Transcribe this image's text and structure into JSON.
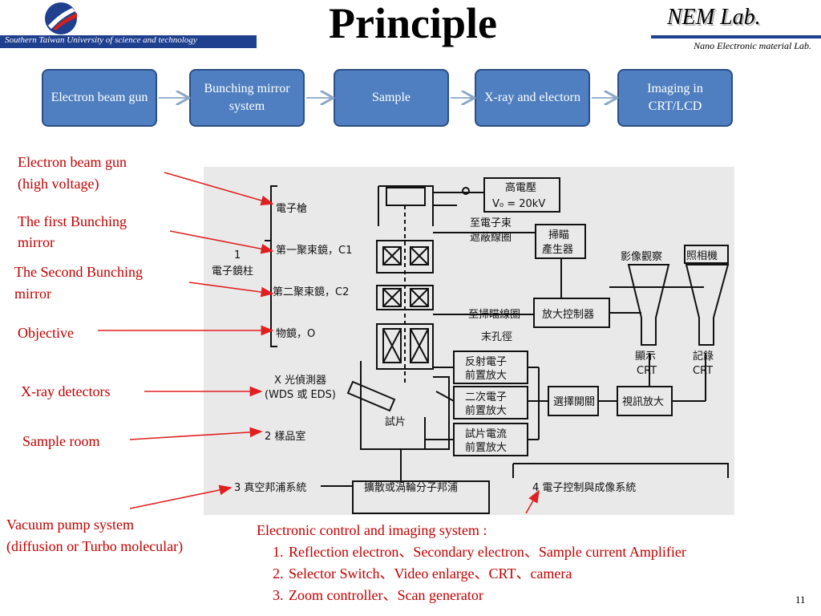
{
  "header": {
    "title": "Principle",
    "university": "Southern Taiwan University  of   science   and   technology",
    "lab_name": "NEM Lab.",
    "lab_full": "Nano Electronic  material  Lab."
  },
  "flow": [
    "Electron beam gun",
    "Bunching mirror system",
    "Sample",
    "X-ray and electorn",
    "Imaging in CRT/LCD"
  ],
  "labels": {
    "gun_1": "Electron beam gun",
    "gun_2": "(high voltage)",
    "first_1": "The first Bunching",
    "first_2": "mirror",
    "second_1": "The Second Bunching",
    "second_2": "mirror",
    "objective": "Objective",
    "xray": "X-ray detectors",
    "sample_room": "Sample room",
    "vacuum_1": "Vacuum pump system",
    "vacuum_2": "(diffusion or Turbo molecular)"
  },
  "bottom_note": {
    "heading": "Electronic control and imaging system :",
    "items": [
      "Reflection electron、Secondary electron、Sample current Amplifier",
      "Selector Switch、Video enlarge、CRT、camera",
      "Zoom controller、Scan generator"
    ]
  },
  "diagram_text": {
    "hv_1": "高電壓",
    "hv_2": "V₀ = 20kV",
    "to_beam_1": "至電子束",
    "to_beam_2": "遮蔽線圈",
    "scan_gen_1": "掃瞄",
    "scan_gen_2": "產生器",
    "image_view": "影像觀察",
    "camera": "照相機",
    "gun": "電子槍",
    "c1": "第一聚束鏡，C1",
    "column_num": "1",
    "column": "電子鏡柱",
    "c2": "第二聚束鏡，C2",
    "to_scan_coil": "至掃瞄線圈",
    "amp_ctrl": "放大控制器",
    "objective": "物鏡，O",
    "aperture": "末孔徑",
    "display_crt_1": "顯示",
    "display_crt_2": "CRT",
    "record_crt_1": "記錄",
    "record_crt_2": "CRT",
    "reflect_1": "反射電子",
    "reflect_2": "前置放大",
    "xray_det": "X 光偵測器",
    "wds": "(WDS 或 EDS)",
    "secondary_1": "二次電子",
    "secondary_2": "前置放大",
    "selector": "選擇開關",
    "video_amp": "視訊放大",
    "specimen": "試片",
    "current_1": "試片電流",
    "current_2": "前置放大",
    "sample_room": "2 樣品室",
    "vacuum": "3 真空邦浦系統",
    "diffusion": "擴散或渦輪分子邦浦",
    "electronic": "4 電子控制與成像系統"
  },
  "page_number": "11",
  "colors": {
    "accent_blue": "#1f3f8f",
    "box_fill": "#4f7fc0",
    "label_red": "#c00000"
  }
}
